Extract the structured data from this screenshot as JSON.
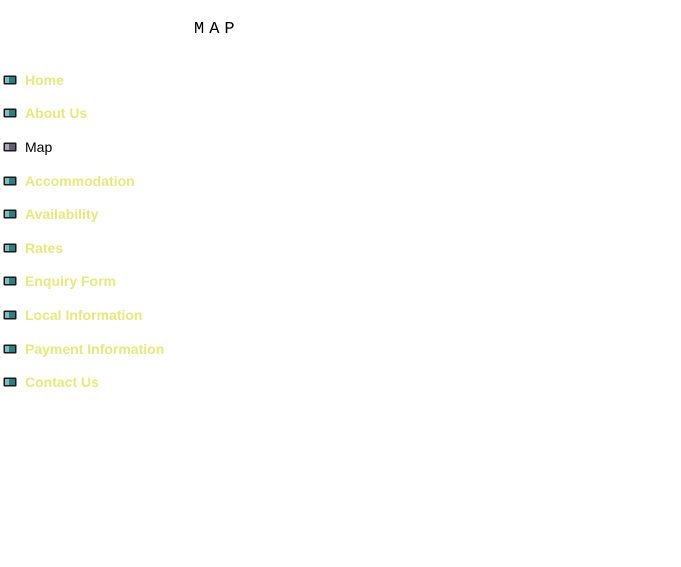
{
  "page": {
    "heading": "MAP"
  },
  "nav": {
    "items": [
      {
        "label": "Home",
        "current": false
      },
      {
        "label": "About Us",
        "current": false
      },
      {
        "label": "Map",
        "current": true
      },
      {
        "label": "Accommodation",
        "current": false
      },
      {
        "label": "Availability",
        "current": false
      },
      {
        "label": "Rates",
        "current": false
      },
      {
        "label": "Enquiry Form",
        "current": false
      },
      {
        "label": "Local Information",
        "current": false
      },
      {
        "label": "Payment Information",
        "current": false
      },
      {
        "label": "Contact Us",
        "current": false
      }
    ]
  },
  "colors": {
    "link": "#e8e880",
    "current_link": "#000000",
    "bullet_fill": "#2a7f82",
    "bullet_current_fill": "#6a5a70",
    "bullet_outline": "#1a1a1a"
  },
  "icons": {
    "bullet": "square-bullet-icon"
  }
}
